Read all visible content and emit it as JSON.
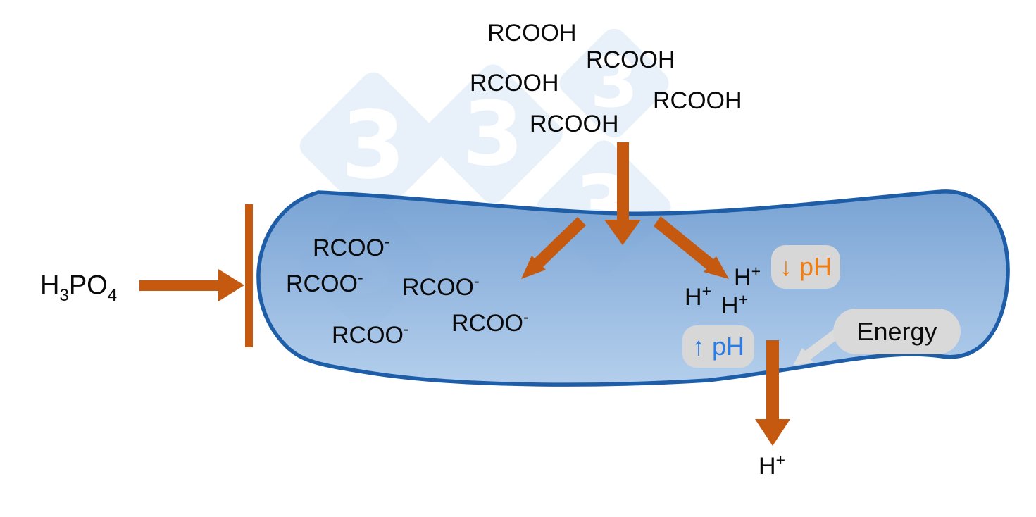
{
  "extracellular": {
    "rcooh_labels": [
      "RCOOH",
      "RCOOH",
      "RCOOH",
      "RCOOH",
      "RCOOH"
    ],
    "h3po4": {
      "h": "H",
      "sub_3": "3",
      "po": "PO",
      "sub_4": "4"
    },
    "h_exported": {
      "base": "H",
      "sup": "+"
    }
  },
  "cell": {
    "rcoo_labels": [
      {
        "base": "RCOO",
        "sup": "-"
      },
      {
        "base": "RCOO",
        "sup": "-"
      },
      {
        "base": "RCOO",
        "sup": "-"
      },
      {
        "base": "RCOO",
        "sup": "-"
      },
      {
        "base": "RCOO",
        "sup": "-"
      }
    ],
    "h_ions": [
      {
        "base": "H",
        "sup": "+"
      },
      {
        "base": "H",
        "sup": "+"
      },
      {
        "base": "H",
        "sup": "+"
      }
    ],
    "badges": {
      "ph_down": {
        "text": "↓ pH",
        "text_color": "#F07D12",
        "bg": "#D7D7D7"
      },
      "ph_up": {
        "text": "↑ pH",
        "text_color": "#2B7BE4",
        "bg": "#D7D7D7"
      },
      "energy": {
        "text": "Energy",
        "text_color": "#0C0C0C",
        "bg": "#D9D9D9"
      }
    }
  },
  "watermark": {
    "digit": "3",
    "diamond_color": "#E8F1FA",
    "digit_color": "#FFFFFF"
  },
  "colors": {
    "arrow_orange": "#C4590F",
    "membrane_blue": "#1E5EA8",
    "cell_fill_top": "#6F9CD0",
    "cell_fill_mid": "#8AB0DC",
    "cell_fill_bottom": "#AECBEB",
    "energy_tail_gray": "#DCDCDC",
    "background": "#FFFFFF",
    "text": "#0A0A0A"
  }
}
